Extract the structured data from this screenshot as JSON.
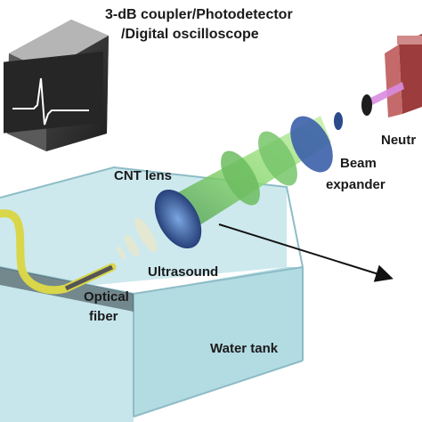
{
  "labels": {
    "equipment_line1": "3-dB coupler/Photodetector",
    "equipment_line2": "/Digital oscilloscope",
    "neutral_partial": "Neutr",
    "cnt_lens": "CNT lens",
    "beam_line1": "Beam",
    "beam_line2": "expander",
    "ultrasound": "Ultrasound",
    "optical_line1": "Optical",
    "optical_line2": "fiber",
    "water_tank": "Water tank"
  },
  "colors": {
    "water": "#bfe3ea",
    "water_side": "#a9d6de",
    "beam_green": "#7fd36a",
    "fiber_yellow": "#e6e34a",
    "monitor_dark": "#2d2d2d",
    "laser_red": "#b04a4a",
    "laser_beam": "#d98be0"
  },
  "icons": {
    "oscilloscope": "oscilloscope-monitor-icon",
    "laser": "laser-source-icon",
    "pulse": "waveform-icon"
  }
}
